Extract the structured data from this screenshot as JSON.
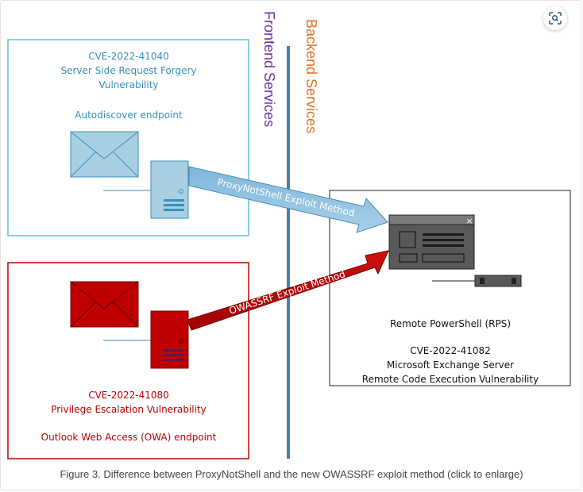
{
  "diagram": {
    "frontend_label": "Frontend Services",
    "backend_label": "Backend Services",
    "top_box": {
      "cve": "CVE-2022-41040",
      "title_line1": "Server Side Request Forgery",
      "title_line2": "Vulnerability",
      "endpoint": "Autodiscover endpoint"
    },
    "bottom_box": {
      "cve": "CVE-2022-41080",
      "title": "Privilege Escalation Vulnerability",
      "endpoint": "Outlook Web Access (OWA) endpoint"
    },
    "right_box": {
      "rps": "Remote PowerShell (RPS)",
      "cve": "CVE-2022-41082",
      "product": "Microsoft Exchange Server",
      "title": "Remote Code Execution Vulnerability"
    },
    "arrow_top_label": "ProxyNotShell Exploit Method",
    "arrow_bottom_label": "OWASSRF Exploit Method",
    "window_close_glyph": "×",
    "colors": {
      "blue": "#5bc0de",
      "blue_fill": "#a9cfe3",
      "red": "#c00000",
      "divider": "#4a7ebb",
      "purple": "#7030a0",
      "orange": "#e07020",
      "gray": "#595959"
    }
  },
  "caption": "Figure 3. Difference between ProxyNotShell and the new OWASSRF exploit method (click to enlarge)",
  "zoom_button": {
    "icon": "zoom-scan-icon"
  }
}
